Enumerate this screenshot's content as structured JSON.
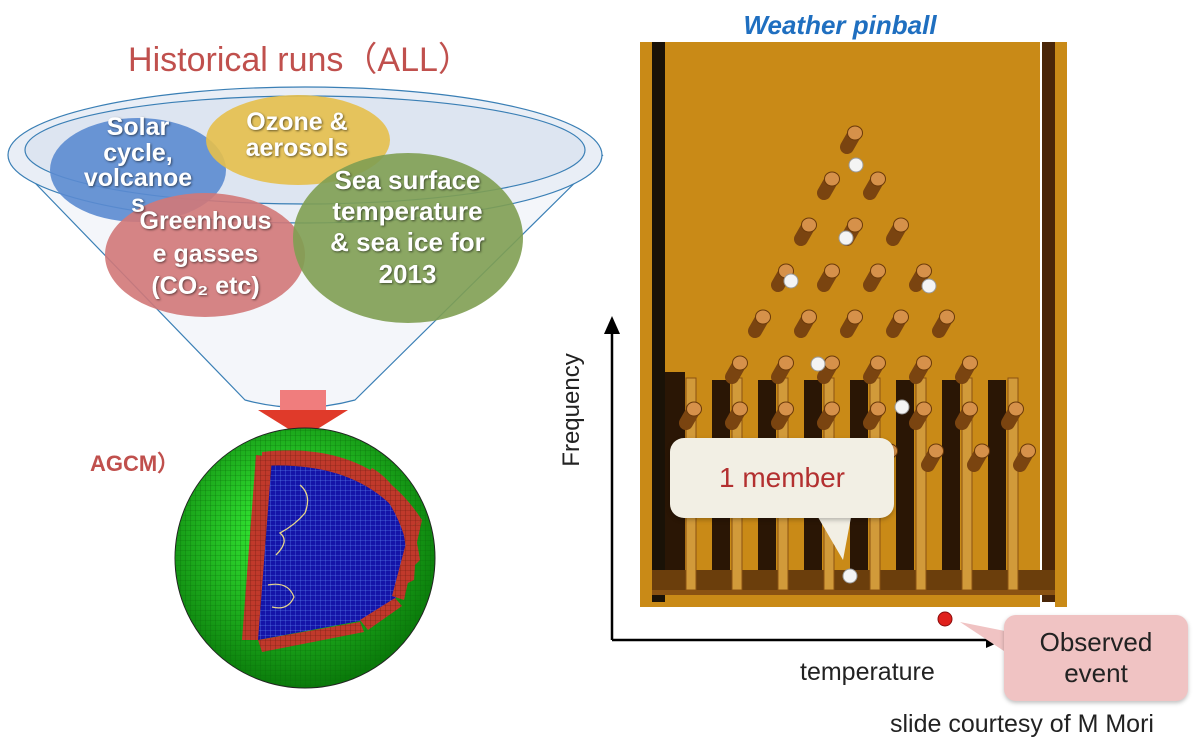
{
  "left_panel": {
    "title": "Historical runs（ALL）",
    "inputs": [
      {
        "label": "Solar\ncycle,\nvolcanoe\ns",
        "color": "#5b8bd0"
      },
      {
        "label": "Ozone &\naerosols",
        "color": "#e6bf4b"
      },
      {
        "label": "Greenhous\ne gasses\n(CO₂ etc)",
        "color": "#d27878"
      },
      {
        "label": "Sea surface\ntemperature\n& sea ice for\n2013",
        "color": "#7f9e52"
      }
    ],
    "model_label": "AGCM）",
    "arrow_color": "#e03a2a"
  },
  "right_panel": {
    "title": "Weather pinball",
    "board_color": "#c98a17",
    "member_callout": "1 member",
    "observed_callout": "Observed\nevent",
    "x_axis_label": "temperature",
    "y_axis_label": "Frequency"
  },
  "credit": "slide courtesy of M Mori"
}
